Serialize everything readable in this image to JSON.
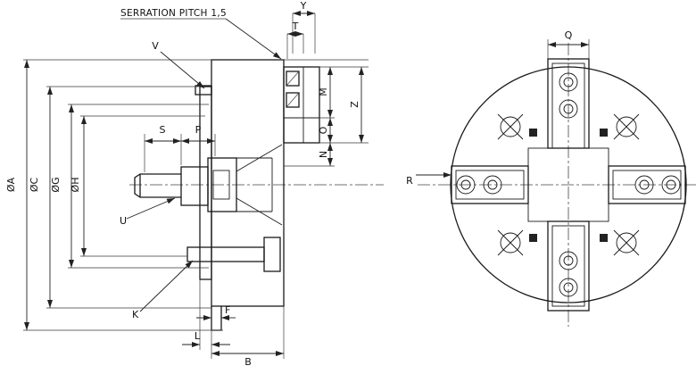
{
  "colors": {
    "ink": "#1a1a1a",
    "paper": "#ffffff"
  },
  "annotations": {
    "serration_note": "SERRATION PITCH 1,5"
  },
  "dim_labels": {
    "A": "ØA",
    "C": "ØC",
    "G": "ØG",
    "H": "ØH",
    "S": "S",
    "P": "P",
    "V": "V",
    "U": "U",
    "K": "K",
    "F": "F",
    "L": "L",
    "B": "B",
    "T": "T",
    "Y": "Y",
    "M": "M",
    "O": "O",
    "Z": "Z",
    "N": "N",
    "Q": "Q",
    "R": "R"
  }
}
